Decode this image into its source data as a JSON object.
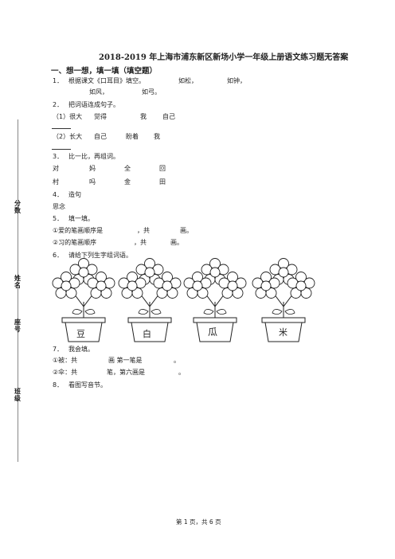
{
  "title": "2018-2019 年上海市浦东新区新场小学一年级上册语文练习题无答案",
  "section1": "一、想一想，填一填（填空题）",
  "q1": {
    "line1": {
      "num": "1．",
      "a": "根据课文《口耳目》填空。",
      "b": "如松，",
      "c": "如钟，"
    },
    "line2": {
      "a": "如风，",
      "b": "如弓。"
    }
  },
  "q2": {
    "head": {
      "num": "2．",
      "text": "把词语连成句子。"
    },
    "row1": [
      "（1）很大",
      "觉得",
      "我",
      "自己"
    ],
    "row2": [
      "（2）长大",
      "自己",
      "盼着",
      "我"
    ]
  },
  "q3": {
    "head": {
      "num": "3．",
      "text": "比一比，再组词。"
    },
    "row1": [
      "对",
      "妈",
      "全",
      "回"
    ],
    "row2": [
      "村",
      "吗",
      "金",
      "田"
    ]
  },
  "q4": {
    "head": {
      "num": "4．",
      "text": "造句"
    },
    "word": "思念"
  },
  "q5": {
    "head": {
      "num": "5．",
      "text": "填一填。"
    },
    "line1": {
      "a": "①爱的笔画顺序是",
      "b": "，共",
      "c": "画。"
    },
    "line2": {
      "a": "②习的笔画顺序",
      "b": "，共",
      "c": "画。"
    }
  },
  "q6": {
    "head": {
      "num": "6．",
      "text": "请给下列生字组词语。"
    },
    "pots": [
      "豆",
      "白",
      "瓜",
      "米"
    ]
  },
  "q7": {
    "head": {
      "num": "7．",
      "text": "我会填。"
    },
    "line1": {
      "a": "①被：共",
      "b": "画 第一笔是",
      "c": "。"
    },
    "line2": {
      "a": "②伞：共",
      "b": "笔，第六画是",
      "c": "。"
    }
  },
  "q8": {
    "head": {
      "num": "8．",
      "text": "看图写音节。"
    }
  },
  "sidebar": {
    "score": "分数",
    "name": "姓名",
    "id": "座号",
    "class": "班级"
  },
  "footer": "第 1 页，共 6 页"
}
